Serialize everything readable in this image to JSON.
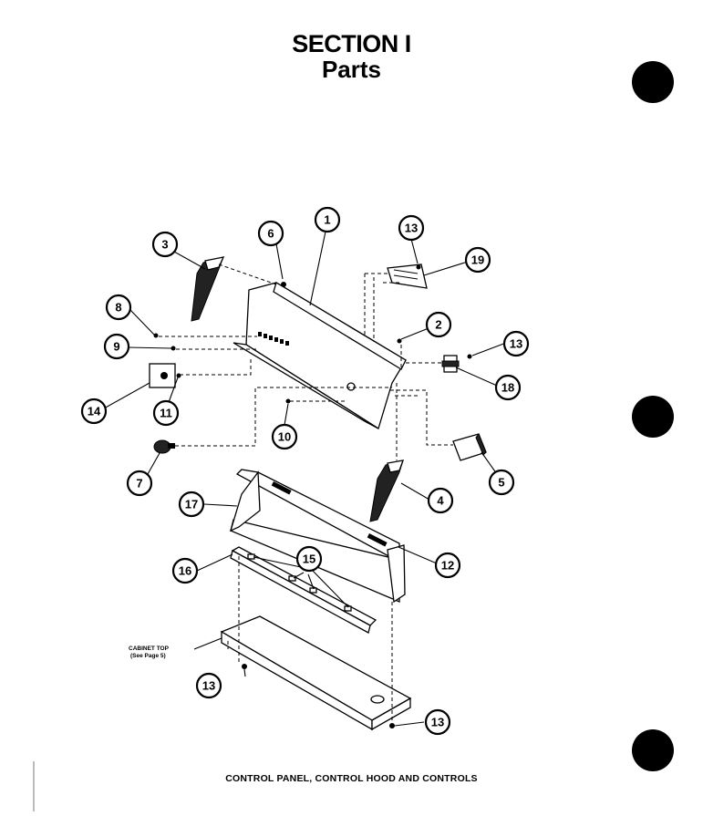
{
  "header": {
    "title": "SECTION I",
    "subtitle": "Parts"
  },
  "caption": "CONTROL PANEL, CONTROL HOOD AND CONTROLS",
  "cabinet_label": {
    "line1": "CABINET TOP",
    "line2": "(See Page 5)"
  },
  "callouts": [
    {
      "id": "c1",
      "num": "1"
    },
    {
      "id": "c2",
      "num": "2"
    },
    {
      "id": "c3",
      "num": "3"
    },
    {
      "id": "c4",
      "num": "4"
    },
    {
      "id": "c5",
      "num": "5"
    },
    {
      "id": "c6",
      "num": "6"
    },
    {
      "id": "c7",
      "num": "7"
    },
    {
      "id": "c8",
      "num": "8"
    },
    {
      "id": "c9",
      "num": "9"
    },
    {
      "id": "c10",
      "num": "10"
    },
    {
      "id": "c11",
      "num": "11"
    },
    {
      "id": "c12",
      "num": "12"
    },
    {
      "id": "c13a",
      "num": "13"
    },
    {
      "id": "c13b",
      "num": "13"
    },
    {
      "id": "c13c",
      "num": "13"
    },
    {
      "id": "c13d",
      "num": "13"
    },
    {
      "id": "c14",
      "num": "14"
    },
    {
      "id": "c15",
      "num": "15"
    },
    {
      "id": "c16",
      "num": "16"
    },
    {
      "id": "c17",
      "num": "17"
    },
    {
      "id": "c18",
      "num": "18"
    },
    {
      "id": "c19",
      "num": "19"
    }
  ]
}
